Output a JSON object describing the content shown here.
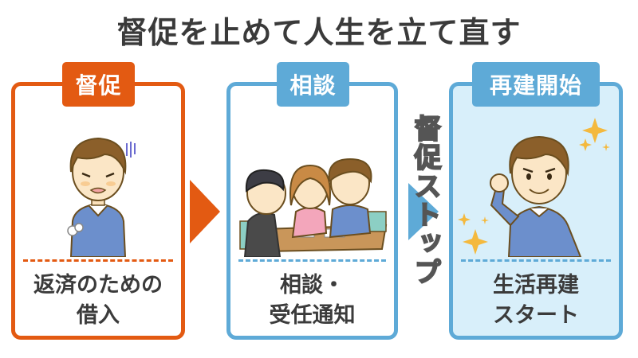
{
  "title": "督促を止めて人生を立て直す",
  "colors": {
    "orange": "#e35a12",
    "blue": "#5eaad7",
    "light_blue_fill": "#d8effa",
    "text": "#3b3b3b"
  },
  "steps": [
    {
      "label": "督促",
      "caption_line1": "返済のための",
      "caption_line2": "借入",
      "illustration": "worried-man-sighing"
    },
    {
      "label": "相談",
      "caption_line1": "相談・",
      "caption_line2": "受任通知",
      "illustration": "three-people-consulting-at-table"
    },
    {
      "label": "再建開始",
      "caption_line1": "生活再建",
      "caption_line2": "スタート",
      "illustration": "confident-man-fist-pump-sparkles"
    }
  ],
  "connector": {
    "vertical_text": "督促ストップ",
    "arrow_icon_1": "orange-right-arrow",
    "arrow_icon_2": "blue-right-arrow"
  }
}
